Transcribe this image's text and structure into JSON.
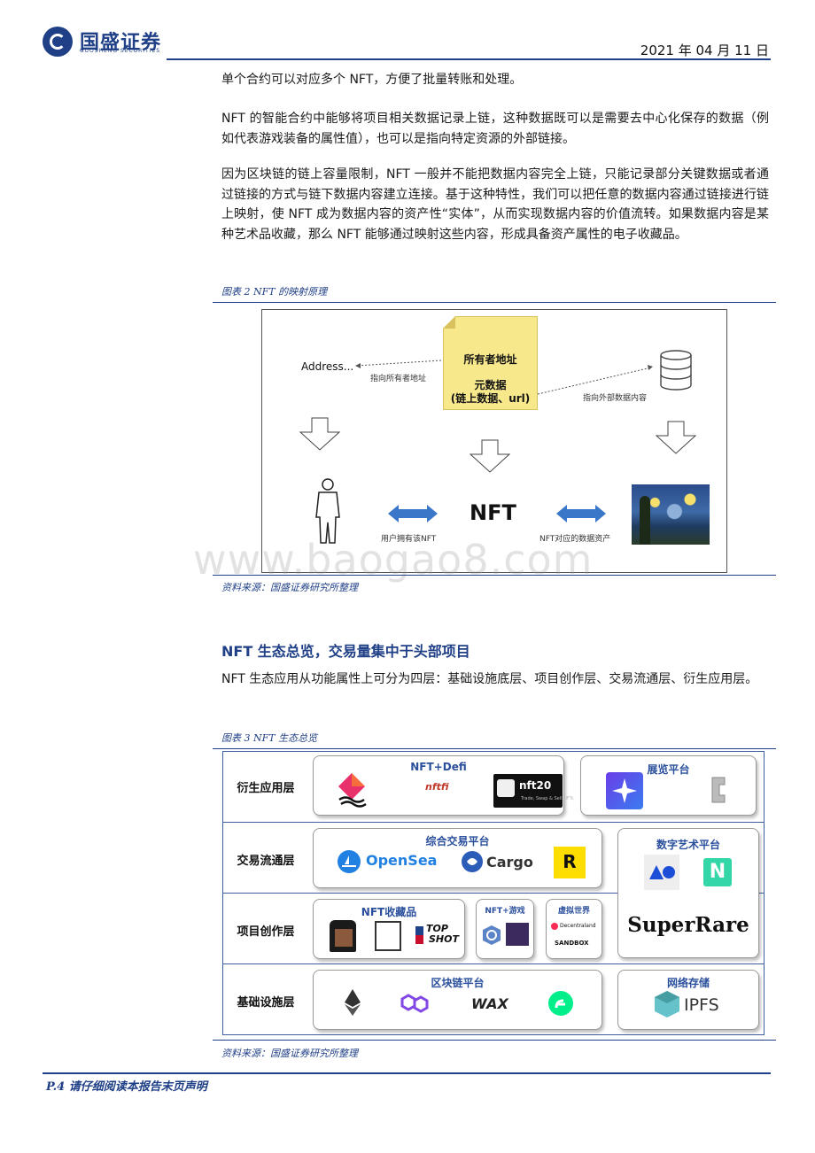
{
  "header": {
    "brand_cn": "国盛证券",
    "brand_en": "GUOSHENG SECURITIES",
    "date": "2021 年 04 月 11 日",
    "brand_color": "#1f3f86"
  },
  "paragraphs": [
    "单个合约可以对应多个 NFT，方便了批量转账和处理。",
    "NFT 的智能合约中能够将项目相关数据记录上链，这种数据既可以是需要去中心化保存的数据（例如代表游戏装备的属性值），也可以是指向特定资源的外部链接。",
    "因为区块链的链上容量限制，NFT 一般并不能把数据内容完全上链，只能记录部分关键数据或者通过链接的方式与链下数据内容建立连接。基于这种特性，我们可以把任意的数据内容通过链接进行链上映射，使 NFT 成为数据内容的资产性“实体”，从而实现数据内容的价值流转。如果数据内容是某种艺术品收藏，那么 NFT 能够通过映射这些内容，形成具备资产属性的电子收藏品。"
  ],
  "figure2": {
    "caption": "图表 2 NFT 的映射原理",
    "note_line1": "所有者地址",
    "note_line2": "元数据",
    "note_line3": "(链上数据、url)",
    "address": "Address...",
    "label_owner": "指向所有者地址",
    "label_external": "指向外部数据内容",
    "center": "NFT",
    "label_user": "用户拥有该NFT",
    "label_asset": "NFT对应的数据资产",
    "source": "资料来源：国盛证券研究所整理"
  },
  "watermark": "www.baogao8.com",
  "section": {
    "title": "NFT 生态总览，交易量集中于头部项目",
    "paragraph": "NFT 生态应用从功能属性上可分为四层：基础设施底层、项目创作层、交易流通层、衍生应用层。"
  },
  "figure3": {
    "caption": "图表 3 NFT 生态总览",
    "rows": [
      "衍生应用层",
      "交易流通层",
      "项目创作层",
      "基础设施层"
    ],
    "boxes": {
      "defi": "NFT+Defi",
      "defi_logo": "nft20",
      "defi_logo_sub": "Trade, Swap & Sell NFTs",
      "nftfi": "nftfi",
      "exhibit": "展览平台",
      "exchange": "综合交易平台",
      "opensea": "OpenSea",
      "cargo": "Cargo",
      "rarible": "R",
      "digital_art": "数字艺术平台",
      "superrare": "SuperRare",
      "known_origin": "N",
      "collectibles": "NFT收藏品",
      "topshot_1": "TOP",
      "topshot_2": "SHOT",
      "game": "NFT+游戏",
      "virtual": "虚拟世界",
      "decentraland": "Decentraland",
      "sandbox": "SANDBOX",
      "blockchain": "区块链平台",
      "wax": "WAX",
      "storage": "网络存储",
      "ipfs": "IPFS"
    },
    "source": "资料来源：国盛证券研究所整理"
  },
  "footer": {
    "text": "P.4 请仔细阅读本报告末页声明"
  }
}
